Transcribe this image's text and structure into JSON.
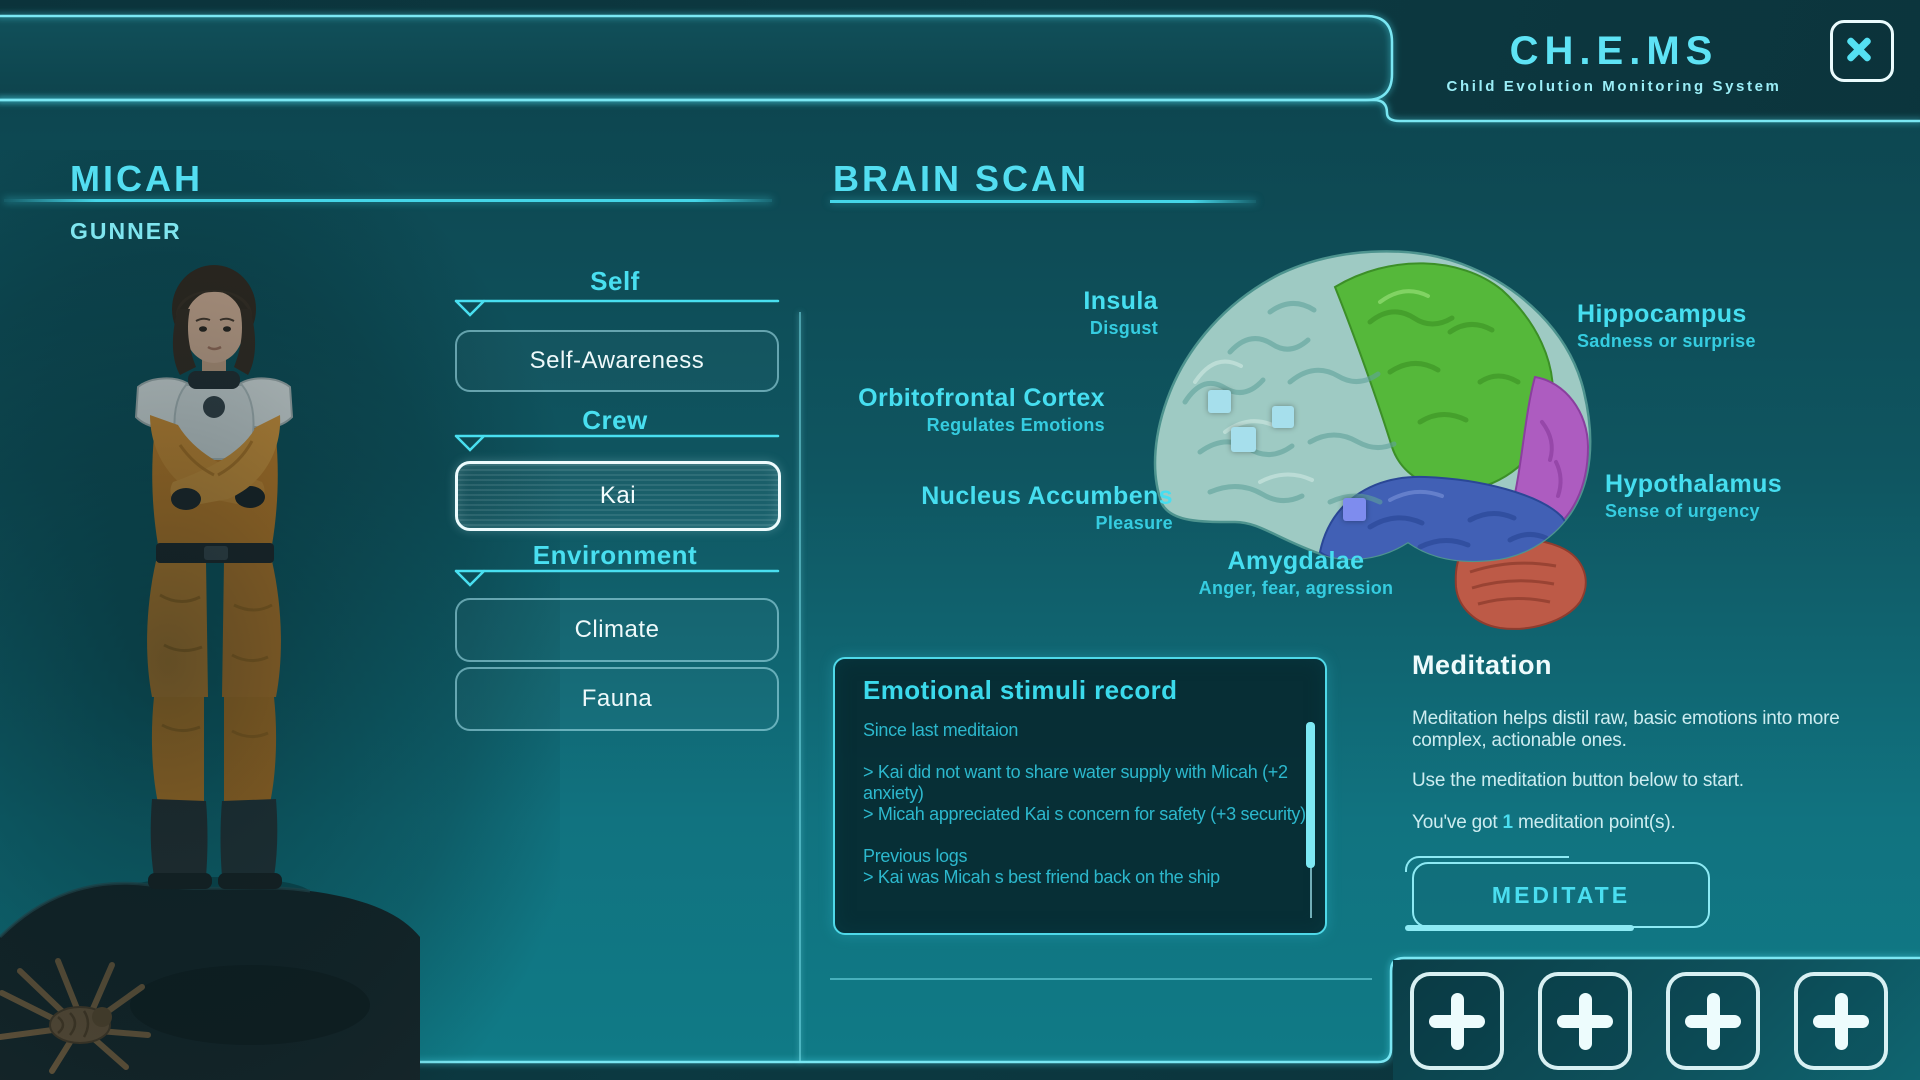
{
  "header": {
    "title": "CH.E.MS",
    "subtitle": "Child Evolution Monitoring System",
    "close_icon": "x"
  },
  "subject": {
    "name": "MICAH",
    "role": "GUNNER"
  },
  "menu": {
    "sections": [
      {
        "label": "Self",
        "items": [
          {
            "label": "Self-Awareness",
            "selected": false
          }
        ]
      },
      {
        "label": "Crew",
        "items": [
          {
            "label": "Kai",
            "selected": true
          }
        ]
      },
      {
        "label": "Environment",
        "items": [
          {
            "label": "Climate",
            "selected": false
          },
          {
            "label": "Fauna",
            "selected": false
          }
        ]
      }
    ]
  },
  "brain_scan": {
    "title": "BRAIN SCAN",
    "regions": [
      {
        "name": "Insula",
        "emotion": "Disgust"
      },
      {
        "name": "Orbitofrontal Cortex",
        "emotion": "Regulates Emotions"
      },
      {
        "name": "Nucleus Accumbens",
        "emotion": "Pleasure"
      },
      {
        "name": "Amygdalae",
        "emotion": "Anger, fear, agression"
      },
      {
        "name": "Hippocampus",
        "emotion": "Sadness or surprise"
      },
      {
        "name": "Hypothalamus",
        "emotion": "Sense of urgency"
      }
    ],
    "markers": [
      {
        "color": "#a6dfec"
      },
      {
        "color": "#a6dfec"
      },
      {
        "color": "#a6dfec"
      },
      {
        "color": "#7e8cee"
      }
    ],
    "lobe_colors": {
      "frontal": "#9ecac3",
      "parietal": "#55b83a",
      "occipital": "#ad5cc0",
      "temporal": "#4160b5",
      "cerebellum": "#bd5a47"
    }
  },
  "stimuli": {
    "title": "Emotional stimuli record",
    "since_label": "Since last meditaion",
    "entries": [
      "> Kai did not want to share water supply with Micah (+2 anxiety)",
      "> Micah appreciated Kai s  concern for safety (+3 security)"
    ],
    "previous_label": "Previous logs",
    "previous_entries": [
      "> Kai was Micah s best friend back on the ship"
    ]
  },
  "meditation": {
    "title": "Meditation",
    "description": "Meditation helps distil raw, basic emotions into more complex, actionable ones.",
    "instruction": "Use the meditation button below to start.",
    "points_prefix": "You've got ",
    "points_value": "1",
    "points_suffix": " meditation point(s).",
    "button_label": "MEDITATE"
  },
  "actions": {
    "add_buttons": [
      {
        "icon": "plus"
      },
      {
        "icon": "plus"
      },
      {
        "icon": "plus"
      },
      {
        "icon": "plus"
      }
    ]
  },
  "colors": {
    "accent_cyan": "#5ee3f5",
    "border_cyan": "#7ae7f3",
    "record_text": "#2cb8cd",
    "pale_text": "#eefbfc",
    "panel_teal": "#0f5560",
    "background": "#0b333b"
  }
}
